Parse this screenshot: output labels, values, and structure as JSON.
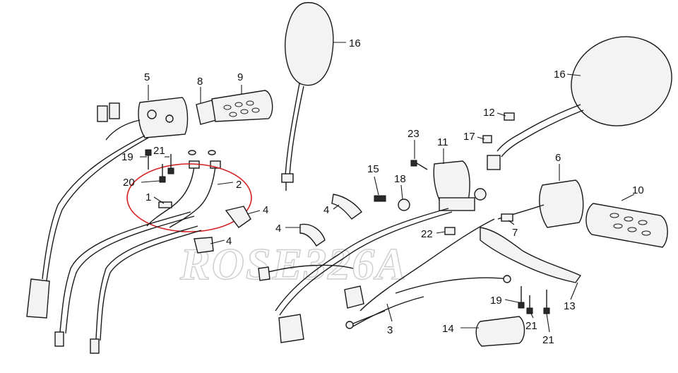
{
  "watermark": "ROSE326A",
  "colors": {
    "line": "#1a1a1a",
    "highlight": "#d62020",
    "watermark": "#cfcfcf"
  },
  "callouts": [
    {
      "id": "c5",
      "text": "5"
    },
    {
      "id": "c8",
      "text": "8"
    },
    {
      "id": "c9",
      "text": "9"
    },
    {
      "id": "c16a",
      "text": "16"
    },
    {
      "id": "c16b",
      "text": "16"
    },
    {
      "id": "c12",
      "text": "12"
    },
    {
      "id": "c17",
      "text": "17"
    },
    {
      "id": "c23",
      "text": "23"
    },
    {
      "id": "c11",
      "text": "11"
    },
    {
      "id": "c6",
      "text": "6"
    },
    {
      "id": "c10",
      "text": "10"
    },
    {
      "id": "c15",
      "text": "15"
    },
    {
      "id": "c18",
      "text": "18"
    },
    {
      "id": "c19a",
      "text": "19"
    },
    {
      "id": "c21a",
      "text": "21"
    },
    {
      "id": "c20",
      "text": "20"
    },
    {
      "id": "c1",
      "text": "1"
    },
    {
      "id": "c2",
      "text": "2"
    },
    {
      "id": "c4a",
      "text": "4"
    },
    {
      "id": "c4b",
      "text": "4"
    },
    {
      "id": "c4c",
      "text": "4"
    },
    {
      "id": "c4d",
      "text": "4"
    },
    {
      "id": "c22",
      "text": "22"
    },
    {
      "id": "c7",
      "text": "7"
    },
    {
      "id": "c13",
      "text": "13"
    },
    {
      "id": "c3",
      "text": "3"
    },
    {
      "id": "c19b",
      "text": "19"
    },
    {
      "id": "c21b",
      "text": "21"
    },
    {
      "id": "c21c",
      "text": "21"
    },
    {
      "id": "c14",
      "text": "14"
    }
  ]
}
